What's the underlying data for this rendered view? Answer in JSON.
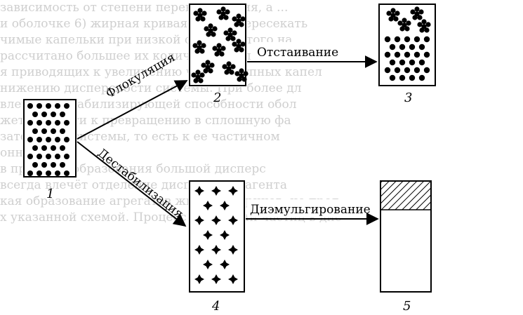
{
  "background_text": [
    "зависимость от степени перенасыщения, а ...",
    "и оболочке 6) жирная кривая может пересекать",
    "чимые капельки при низкой степени этого на",
    "рассчитано большее их количество капель ко",
    "я приводящих к увеличению числа крупных капел",
    "нижению дисперсности системы. При более дл",
    "влечении стабилизирующей способности обол",
    "жет привести к превращению в сплошную фа",
    "затем всей системы, то есть к ее частичном",
    "онно (по ...",
    "в процессе образования большой дисперс",
    "всегда влечёт отделение дисперсного агента",
    "кая образование агрегатов жидких шариков, не пред",
    "х указанной схемой. Процесс дисперсии частиц в дис"
  ],
  "stages": [
    {
      "id": "1",
      "label": "1"
    },
    {
      "id": "2",
      "label": "2"
    },
    {
      "id": "3",
      "label": "3"
    },
    {
      "id": "4",
      "label": "4"
    },
    {
      "id": "5",
      "label": "5"
    }
  ],
  "processes": {
    "flocculation": "Флокуляция",
    "sedimentation": "Отстаивание",
    "destabilization": "Дестабилизация",
    "demulsification": "Диэмульгирование"
  }
}
